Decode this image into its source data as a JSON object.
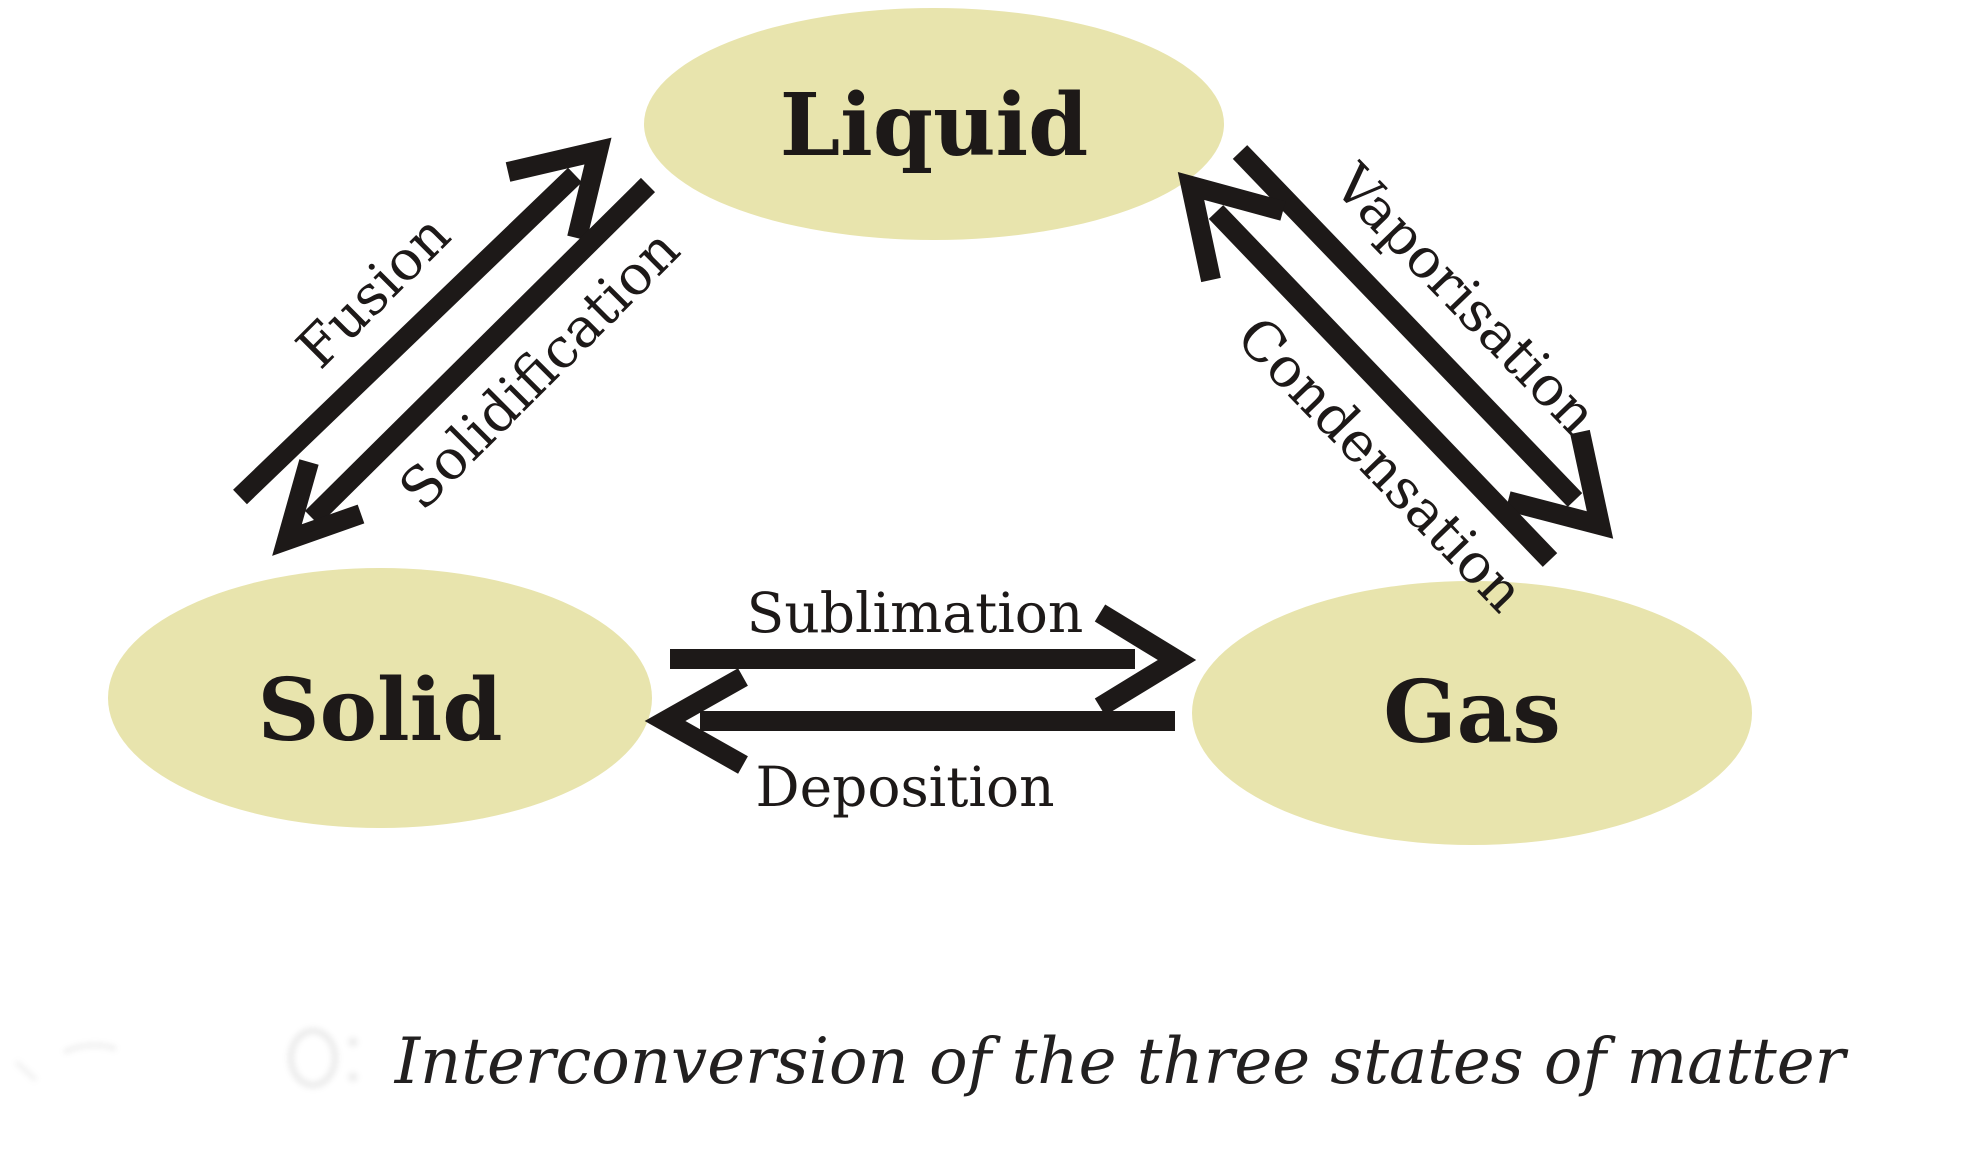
{
  "diagram": {
    "type": "state-interconversion-cycle",
    "nodes": {
      "liquid": {
        "label": "Liquid"
      },
      "solid": {
        "label": "Solid"
      },
      "gas": {
        "label": "Gas"
      }
    },
    "processes": {
      "fusion": {
        "label": "Fusion",
        "from": "Solid",
        "to": "Liquid"
      },
      "solidification": {
        "label": "Solidification",
        "from": "Liquid",
        "to": "Solid"
      },
      "vaporisation": {
        "label": "Vaporisation",
        "from": "Liquid",
        "to": "Gas"
      },
      "condensation": {
        "label": "Condensation",
        "from": "Gas",
        "to": "Liquid"
      },
      "sublimation": {
        "label": "Sublimation",
        "from": "Solid",
        "to": "Gas"
      },
      "deposition": {
        "label": "Deposition",
        "from": "Gas",
        "to": "Solid"
      }
    },
    "colors": {
      "node_fill": "#e8e4ad",
      "ink": "#1d1918",
      "background": "#ffffff"
    }
  },
  "figure": {
    "caption": "Interconversion of the three states of matter"
  }
}
